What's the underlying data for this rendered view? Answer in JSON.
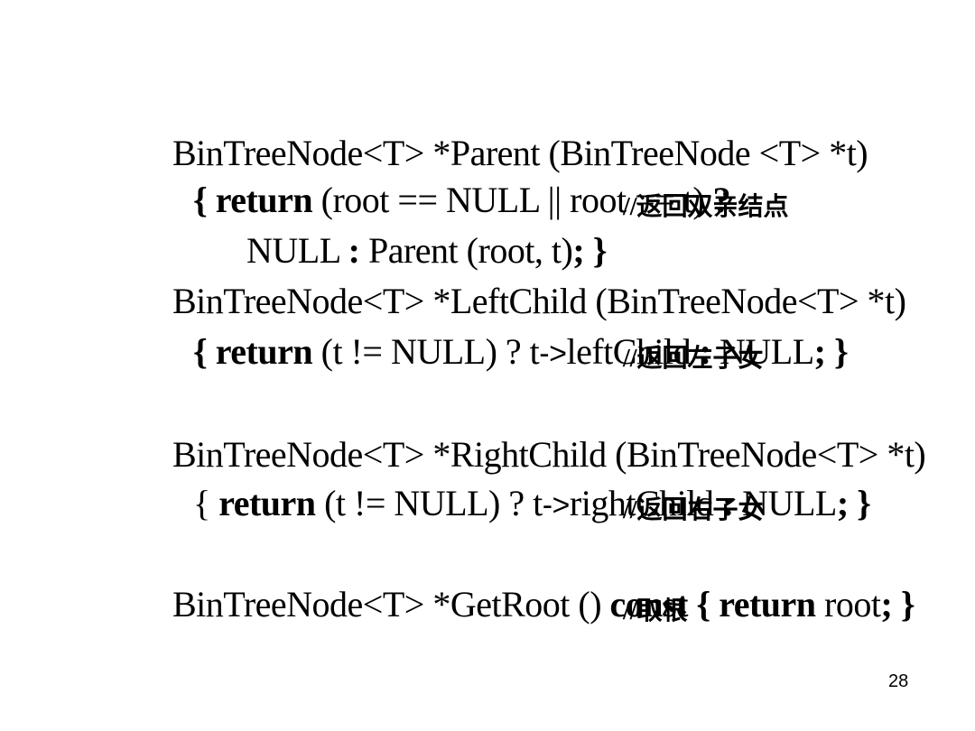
{
  "slide": {
    "page_number": "28",
    "lines": [
      [
        "BinTreeNode<T> *Parent (BinTreeNode <T> *t)"
      ],
      [
        "{ ",
        "return",
        " (root == NULL || root == t) ",
        "?"
      ],
      [
        "NULL ",
        ":",
        " Parent (root, t)",
        ";",
        " }"
      ],
      [
        "BinTreeNode<T> *LeftChild (BinTreeNode<T> *t)"
      ],
      [
        "{ ",
        "return",
        " (t != NULL) ? t",
        "->",
        "leftChild ",
        ":",
        " NULL",
        ";",
        " }"
      ],
      [
        "BinTreeNode<T> *RightChild (BinTreeNode<T> *t)"
      ],
      [
        "{ ",
        "return",
        " (t != NULL) ? t",
        "->",
        "rightChild ",
        ":",
        " NULL",
        ";",
        " }"
      ],
      [
        "BinTreeNode<T> *GetRoot () ",
        "const",
        " ",
        "{",
        " ",
        "return",
        " root",
        ";",
        " }"
      ]
    ],
    "comments": [
      "//返回双亲结点",
      "//返回左子女",
      "//返回右子女",
      "//取根"
    ]
  }
}
